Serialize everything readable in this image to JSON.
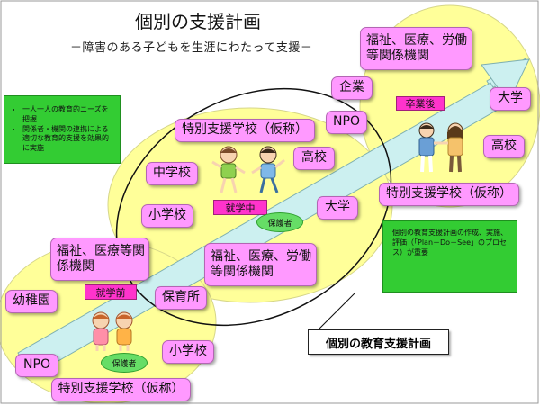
{
  "title": "個別の支援計画",
  "subtitle": "－障害のある子どもを生涯にわたって支援－",
  "stages": {
    "preschool": "就学前",
    "school": "就学中",
    "postgrad": "卒業後"
  },
  "boxes": {
    "post_welfare": "福祉、医療、労働等関係機関",
    "post_company": "企業",
    "post_npo": "NPO",
    "post_university": "大学",
    "post_highschool": "高校",
    "post_special_school": "特別支援学校（仮称）",
    "mid_special_school": "特別支援学校（仮称）",
    "mid_highschool": "高校",
    "mid_juniorhigh": "中学校",
    "mid_elementary": "小学校",
    "mid_university": "大学",
    "mid_welfare": "福祉、医療、労働等関係機関",
    "pre_welfare": "福祉、医療等関係機関",
    "pre_kindergarten": "幼稚園",
    "pre_nursery": "保育所",
    "pre_elementary": "小学校",
    "pre_npo": "NPO",
    "pre_special_school": "特別支援学校（仮称）"
  },
  "protector_label_school": "保護者",
  "protector_label_preschool": "保護者",
  "note_left": {
    "line1": "一人一人の教育的ニーズを把握",
    "line2": "関係者・機関の連携による適切な教育的支援を効果的に実施"
  },
  "note_right": {
    "line1": "個別の教育支援計画の作成、実施、評価（「Plan－Do－See」のプロセス）が重要"
  },
  "plan_label": "個別の教育支援計画",
  "colors": {
    "ellipse_fill": "#ffff99",
    "box_fill": "#ff99ff",
    "stage_fill": "#ff33cc",
    "note_fill": "#33cc33",
    "arrow_fill": "#ccf0f0"
  },
  "icons": [
    "children-icon",
    "people-icon"
  ]
}
